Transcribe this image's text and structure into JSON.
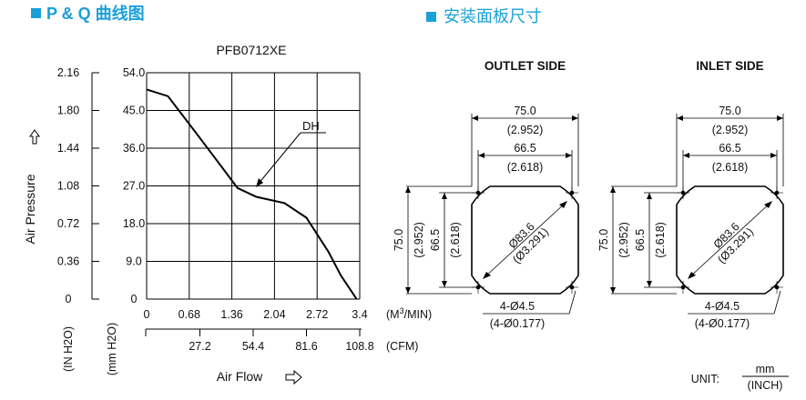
{
  "headings": {
    "pq": "P & Q 曲线图",
    "panel": "安装面板尺寸",
    "accent_color": "#1aa0d8"
  },
  "chart": {
    "model": "PFB0712XE",
    "y_label": "Air Pressure",
    "x_label": "Air Flow",
    "y_arrow_icon": "arrow-up-outline",
    "x_arrow_icon": "arrow-right-outline",
    "y_unit_inh2o": "(IN H2O)",
    "y_unit_mmh2o": "(mm H2O)",
    "x_unit_m3": "(M3/MIN)",
    "x_unit_cfm": "(CFM)",
    "curve_label": "DH",
    "y_ticks_inh2o": [
      "2.16",
      "1.80",
      "1.44",
      "1.08",
      "0.72",
      "0.36",
      "0"
    ],
    "y_ticks_mmh2o": [
      "54.0",
      "45.0",
      "36.0",
      "27.0",
      "18.0",
      "9.0",
      "0"
    ],
    "x_ticks_m3": [
      "0",
      "0.68",
      "1.36",
      "2.04",
      "2.72",
      "3.4"
    ],
    "x_ticks_cfm": [
      "27.2",
      "54.4",
      "81.6",
      "108.8"
    ]
  },
  "chart_data": {
    "type": "line",
    "title": "PFB0712XE",
    "xlabel": "Air Flow",
    "ylabel": "Air Pressure",
    "xlim": [
      0,
      3.4
    ],
    "ylim": [
      0,
      54
    ],
    "grid": true,
    "series": [
      {
        "name": "DH",
        "x": [
          0,
          0.34,
          0.8,
          1.2,
          1.45,
          1.75,
          2.2,
          2.55,
          2.9,
          3.1,
          3.35
        ],
        "y": [
          50.0,
          48.4,
          39.4,
          31.5,
          26.5,
          24.4,
          22.9,
          19.4,
          11.3,
          5.6,
          0.0
        ]
      }
    ]
  },
  "panel": {
    "outlet_title": "OUTLET SIDE",
    "inlet_title": "INLET SIDE",
    "dim_outer": "75.0",
    "dim_outer_inch": "(2.952)",
    "dim_inner": "66.5",
    "dim_inner_inch": "(2.618)",
    "dia": "Ø83.6",
    "dia_inch": "(Ø3.291)",
    "holes": "4-Ø4.5",
    "holes_inch": "(4-Ø0.177)",
    "unit_label": "UNIT:",
    "unit_mm": "mm",
    "unit_inch": "(INCH)"
  }
}
